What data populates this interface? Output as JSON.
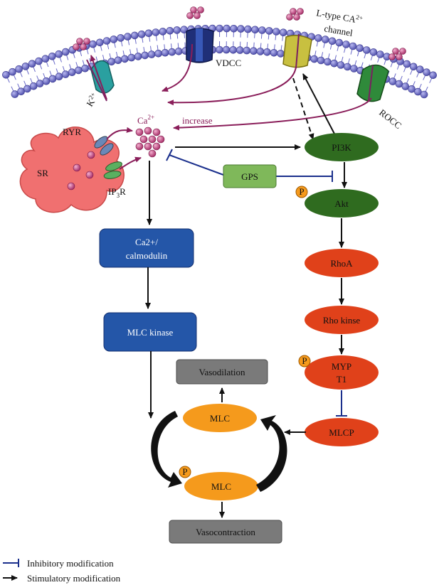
{
  "channels": {
    "k": "K",
    "k_sup": "2+",
    "vdcc": "VDCC",
    "ltype_line1": "L-type CA",
    "ltype_sup": "2+",
    "ltype_line2": "channel",
    "rocc": "ROCC"
  },
  "calcium": {
    "label": "Ca",
    "sup": "2+",
    "increase": "increase"
  },
  "sr": {
    "label": "SR",
    "ryr": "RYR",
    "ip3r_main": "IP",
    "ip3r_sub": "3",
    "ip3r_end": "R"
  },
  "nodes": {
    "pi3k": "PI3K",
    "gps": "GPS",
    "akt": "Akt",
    "rhoa": "RhoA",
    "rho_kinase": "Rho kinse",
    "mypt1_line1": "MYP",
    "mypt1_line2": "T1",
    "mlcp": "MLCP",
    "cam_line1": "Ca2+/",
    "cam_line2": "calmodulin",
    "mlc_kinase": "MLC kinase",
    "mlc_top": "MLC",
    "mlc_bottom": "MLC",
    "vasodilation": "Vasodilation",
    "vasocontraction": "Vasocontraction",
    "phospho": "P"
  },
  "legend": {
    "inhibitory": "Inhibitory modification",
    "stimulatory": "Stimulatory modification"
  },
  "colors": {
    "membrane": "#6a6ac8",
    "ion": "#c0457a",
    "arrow_purple": "#8a1e5a",
    "inhibit_blue": "#1a2f8c",
    "green_node": "#2f6b1f",
    "gps_green": "#7fb85a",
    "red_node": "#e0411a",
    "blue_box": "#2456a8",
    "orange_node": "#f59a1c",
    "grey_box": "#7a7a7a",
    "sr_fill": "#f07070"
  }
}
